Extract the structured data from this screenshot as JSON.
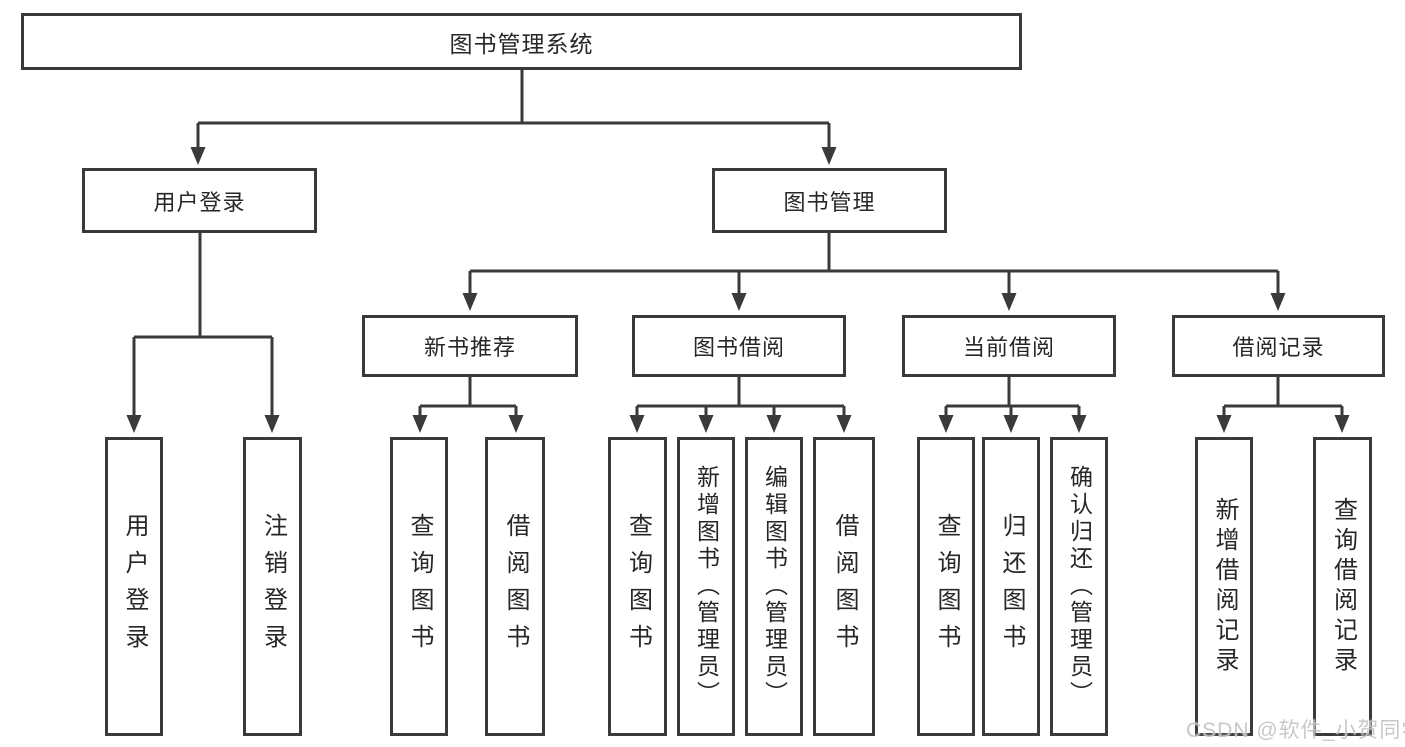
{
  "tree": {
    "root": {
      "label": "图书管理系统"
    },
    "user_login": {
      "label": "用户登录",
      "children": [
        {
          "label": "用户登录"
        },
        {
          "label": "注销登录"
        }
      ]
    },
    "book_management": {
      "label": "图书管理",
      "groups": [
        {
          "label": "新书推荐",
          "children": [
            {
              "label": "查询图书"
            },
            {
              "label": "借阅图书"
            }
          ]
        },
        {
          "label": "图书借阅",
          "children": [
            {
              "label": "查询图书"
            },
            {
              "label": "新增图书（管理员）"
            },
            {
              "label": "编辑图书（管理员）"
            },
            {
              "label": "借阅图书"
            }
          ]
        },
        {
          "label": "当前借阅",
          "children": [
            {
              "label": "查询图书"
            },
            {
              "label": "归还图书"
            },
            {
              "label": "确认归还（管理员）"
            }
          ]
        },
        {
          "label": "借阅记录",
          "children": [
            {
              "label": "新增借阅记录"
            },
            {
              "label": "查询借阅记录"
            }
          ]
        }
      ]
    }
  },
  "watermark": {
    "text": "CSDN @软件_小贺同学"
  },
  "colors": {
    "line": "#3a3a3a",
    "text": "#272727",
    "watermark": "#c3c3c3",
    "background": "#ffffff"
  }
}
